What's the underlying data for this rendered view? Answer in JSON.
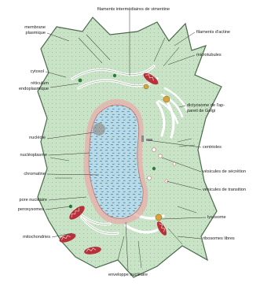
{
  "labels": {
    "filaments_vimentine": "filaments intermédiaires de vimentine",
    "membrane_plasmique_1": "membrane",
    "membrane_plasmique_2": "plasmique",
    "filaments_actine": "filaments d'actine",
    "microtubules": "microtubules",
    "cytosol": "cytosol",
    "reticulum_1": "réticulum",
    "reticulum_2": "endoplasmique",
    "dictyosome_1": "dictyosome de l'ap-",
    "dictyosome_2": "pareil de Golgi",
    "nucleole": "nucléole",
    "nucleoplasme": "nucléoplasme",
    "centrioles": "centrioles",
    "chromatine": "chromatine",
    "vesicules_secretion": "vésicules de sécrétion",
    "vesicules_transition": "vésicules de transition",
    "pore_nucleaire": "pore nucléaire",
    "peroxysomes": "peroxysomes",
    "lysosome": "lysosome",
    "mitochondries": "mitochondries",
    "ribosomes_libres": "ribosomes libres",
    "enveloppe_nucleaire": "enveloppe nucléaire"
  },
  "colors": {
    "cytoplasm": "#c9e3c6",
    "cell_outline": "#4a6a4a",
    "nucleus": "#b9dbe6",
    "nuclear_envelope": "#e9a9a9",
    "chromatin": "#3f7fb0",
    "mitochondria": "#b8303a",
    "er": "#ffffff",
    "golgi": "#f4f4f4",
    "lysosome": "#d9a53a",
    "peroxysome": "#2f7a3a",
    "leader": "#333333"
  }
}
